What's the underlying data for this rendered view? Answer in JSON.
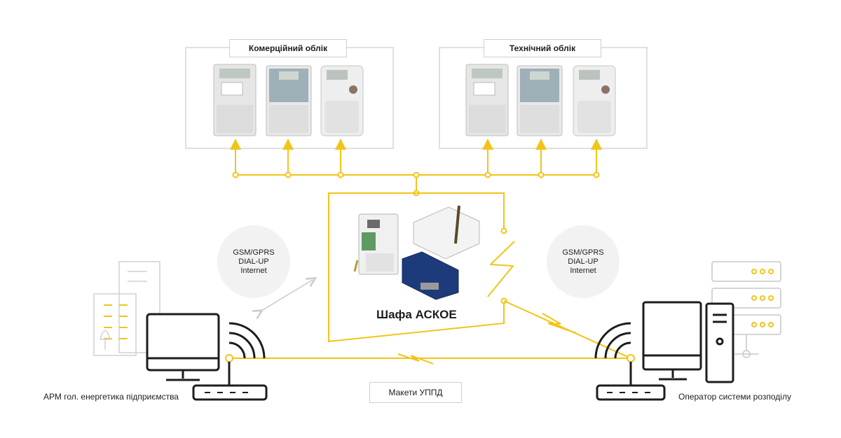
{
  "groups": {
    "commercial": {
      "title": "Комерційний облік"
    },
    "technical": {
      "title": "Технічний облік"
    }
  },
  "cabinet": {
    "title": "Шафа АСКОЕ"
  },
  "channels": {
    "left": {
      "line1": "GSM/GPRS",
      "line2": "DIAL-UP",
      "line3": "Internet"
    },
    "right": {
      "line1": "GSM/GPRS",
      "line2": "DIAL-UP",
      "line3": "Internet"
    }
  },
  "uppd": {
    "label": "Макети УППД"
  },
  "stations": {
    "enterprise": {
      "label": "АРМ гол. енергетика підприємства"
    },
    "operator": {
      "label": "Оператор системи розподілу"
    }
  },
  "colors": {
    "accent": "#f2c417",
    "outline": "#1d1d1d",
    "light_gray": "#d6d6d6",
    "panel_gray": "#f2f2f2"
  }
}
